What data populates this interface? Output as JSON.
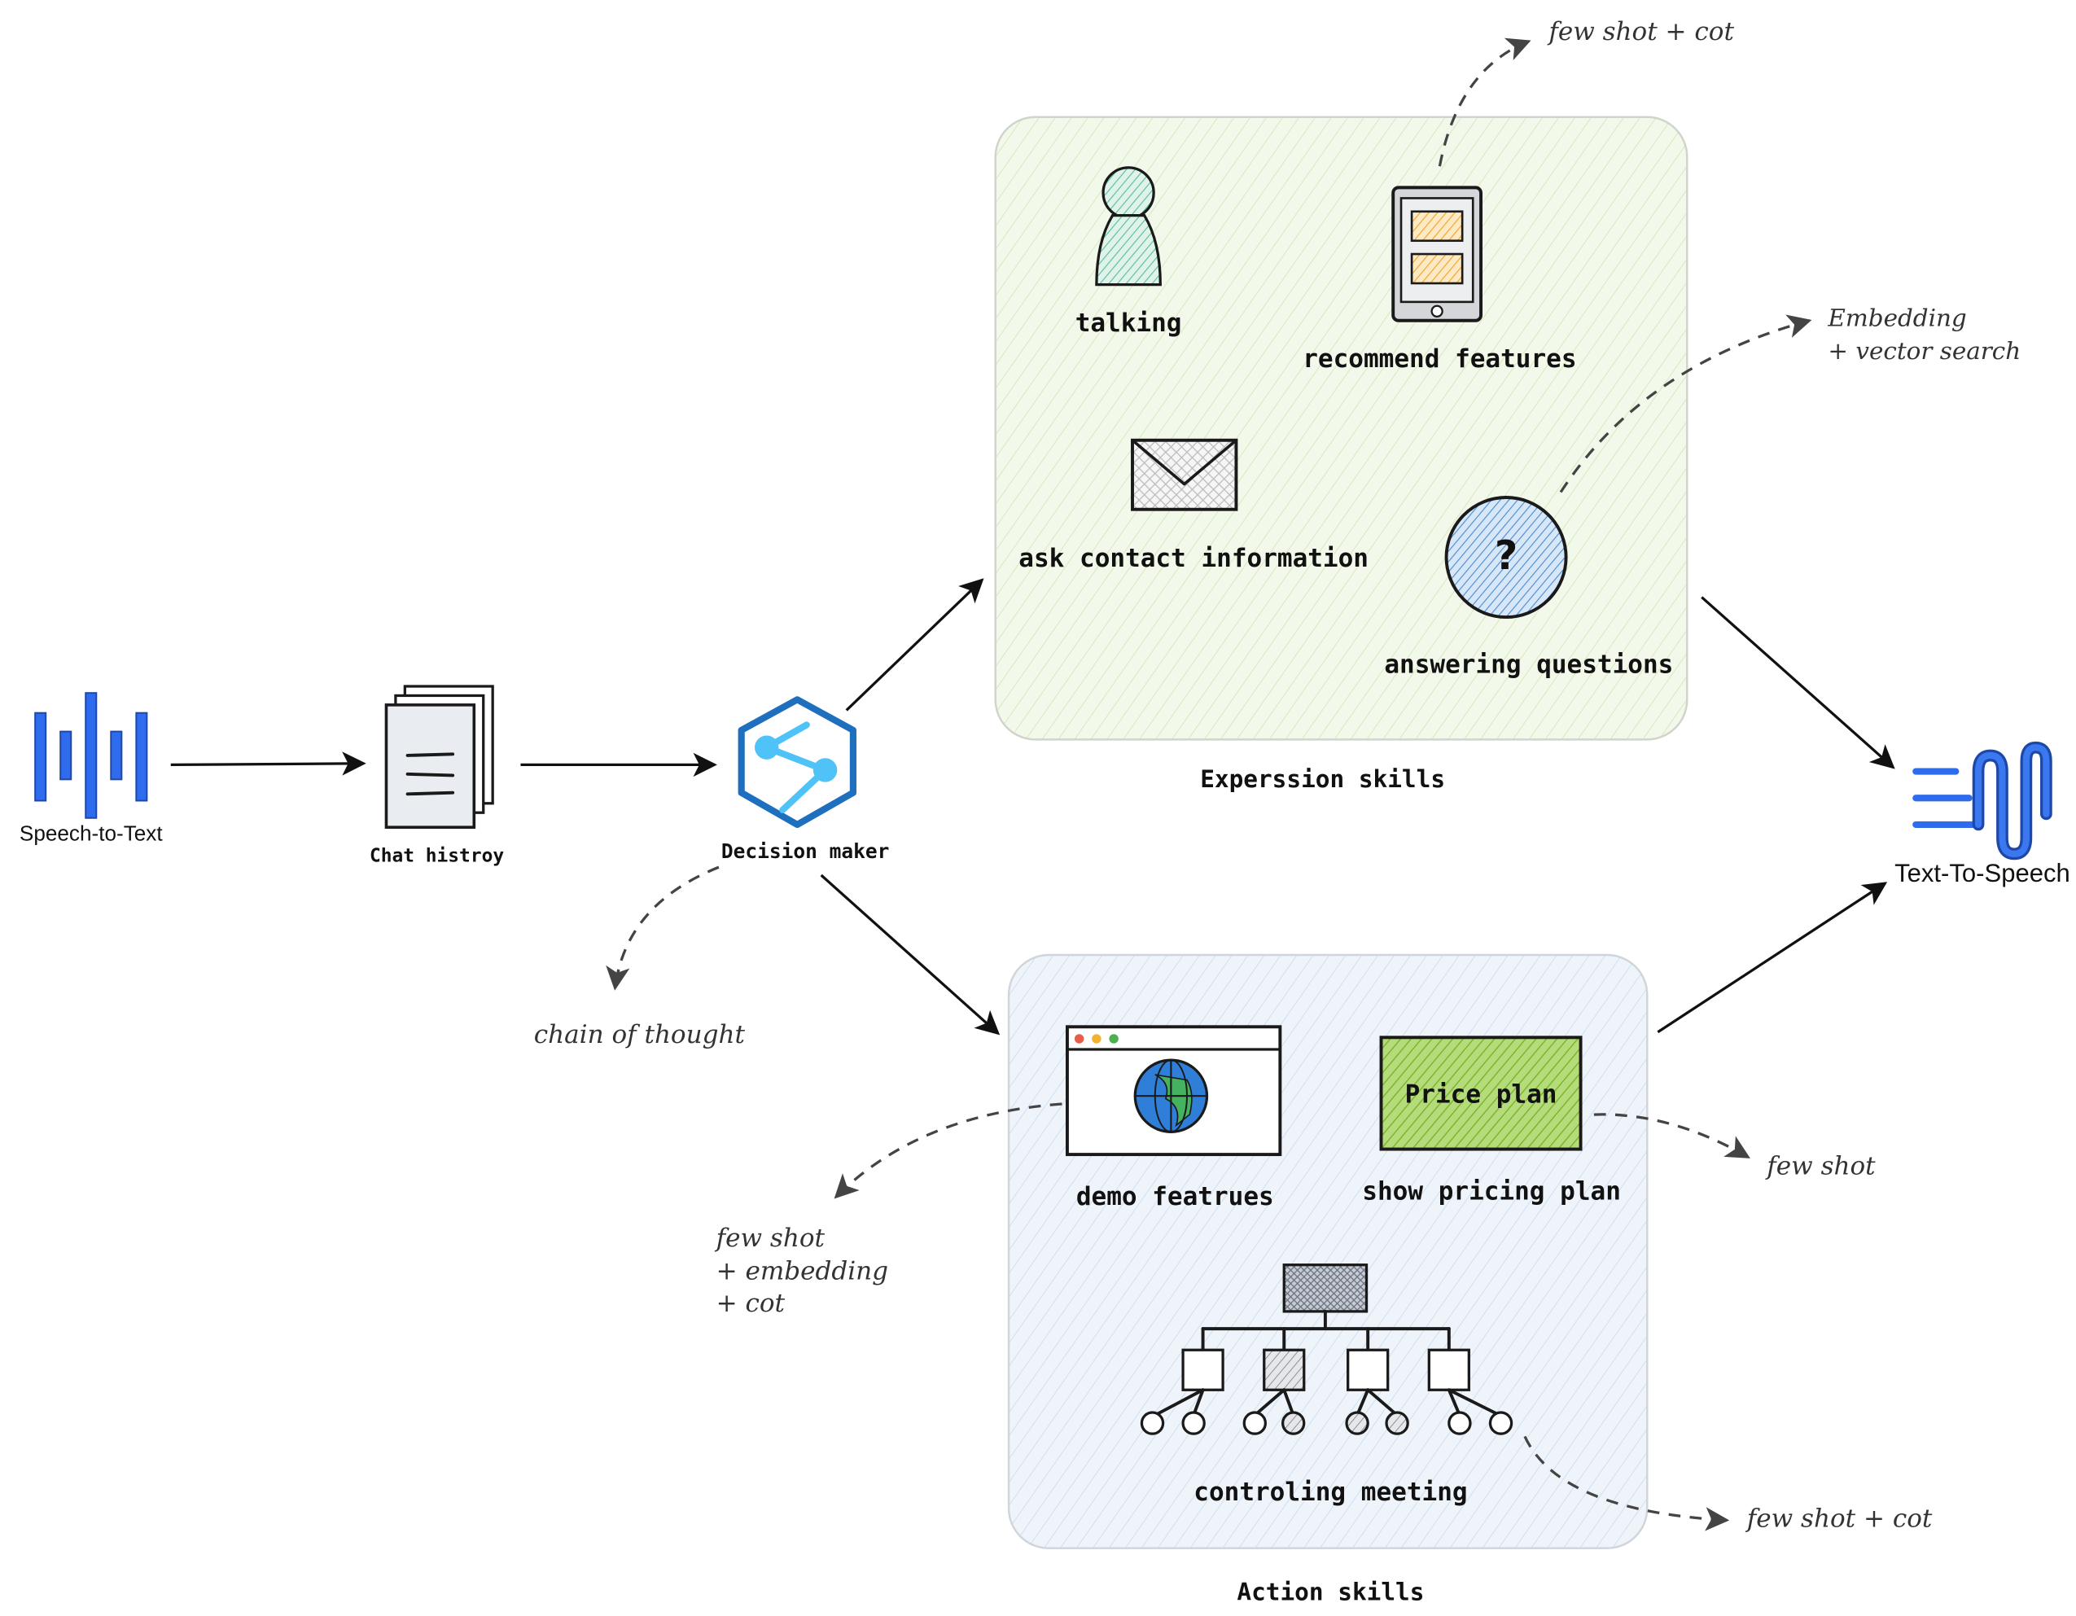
{
  "pipeline": {
    "speech_to_text": "Speech-to-Text",
    "chat_history": "Chat histroy",
    "decision_maker": "Decision maker",
    "text_to_speech": "Text-To-Speech"
  },
  "expression_group": {
    "title": "Experssion skills",
    "skills": {
      "talking": "talking",
      "recommend": "recommend features",
      "contact": "ask contact information",
      "answering": "answering questions"
    }
  },
  "action_group": {
    "title": "Action skills",
    "skills": {
      "demo": "demo featrues",
      "pricing": "show pricing plan",
      "pricing_card": "Price plan",
      "meeting": "controling meeting"
    }
  },
  "annotations": {
    "decision_note": "chain of thought",
    "recommend_note": "few shot + cot",
    "answering_note_1": "Embedding",
    "answering_note_2": "+ vector search",
    "demo_note_1": "few shot",
    "demo_note_2": "+ embedding",
    "demo_note_3": "+ cot",
    "pricing_note": "few shot",
    "meeting_note": "few shot + cot"
  },
  "colors": {
    "brand_blue": "#2f6bed",
    "decision_blue": "#1f6fbf",
    "decision_cyan": "#4fc3f7",
    "expression_tint": "#f1f7e8",
    "action_tint": "#ecf3fa",
    "talking_green": "#5bbf9a",
    "recommend_orange": "#f5b942",
    "question_blue": "#5b9bd5",
    "price_green": "#8fc93a",
    "globe_blue": "#2f7fd8",
    "globe_green": "#44b25f"
  }
}
